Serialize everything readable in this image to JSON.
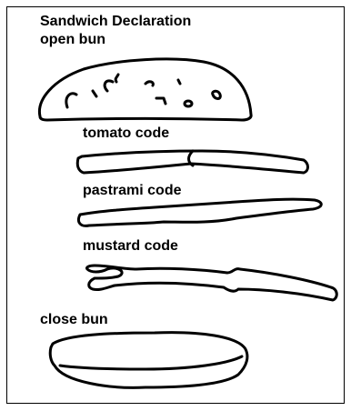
{
  "diagram": {
    "title": "Sandwich Declaration",
    "parts": [
      {
        "label": "open bun",
        "icon": "open-bun-icon"
      },
      {
        "label": "tomato code",
        "icon": "tomato-icon"
      },
      {
        "label": "pastrami code",
        "icon": "pastrami-icon"
      },
      {
        "label": "mustard code",
        "icon": "mustard-icon"
      },
      {
        "label": "close bun",
        "icon": "close-bun-icon"
      }
    ]
  }
}
